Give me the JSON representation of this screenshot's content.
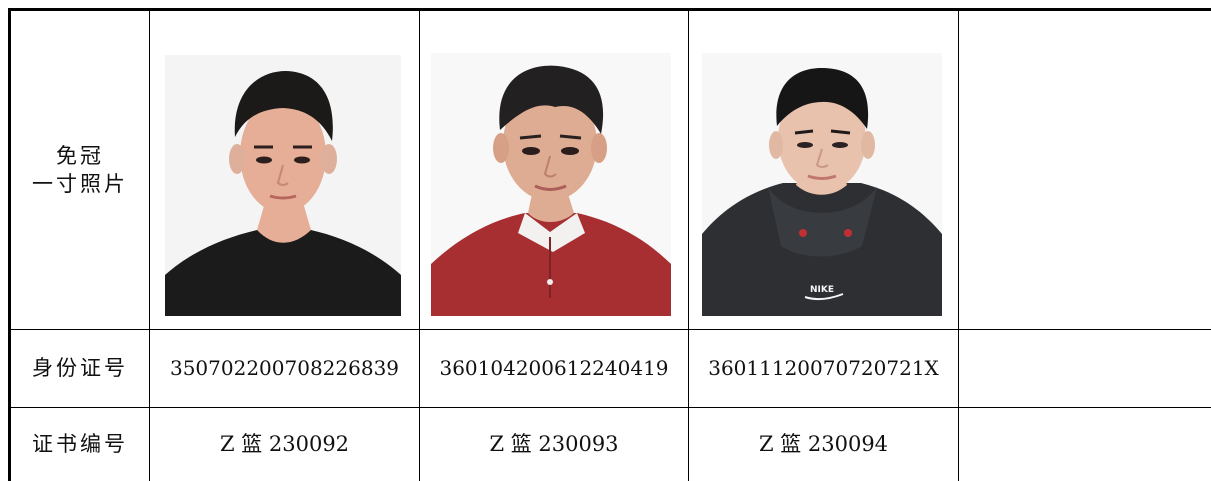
{
  "row_labels": {
    "photo_line1": "免冠",
    "photo_line2": "一寸照片",
    "id_number": "身份证号",
    "certificate_number": "证书编号"
  },
  "persons": [
    {
      "photo": {
        "background": "#f4f4f4",
        "shirt_color": "#1b1b1b",
        "skin_color": "#e6ad97",
        "hair_color": "#1c1a19"
      },
      "id_number": "350702200708226839",
      "certificate_number": "Z 篮 230092"
    },
    {
      "photo": {
        "background": "#f8f8f8",
        "shirt_color": "#a72f31",
        "collar_color": "#f2f1ef",
        "skin_color": "#deac93",
        "hair_color": "#222020"
      },
      "id_number": "360104200612240419",
      "certificate_number": "Z 篮 230093"
    },
    {
      "photo": {
        "background": "#f7f7f7",
        "shirt_color": "#2d2f33",
        "skin_color": "#e8c2ad",
        "hair_color": "#161616",
        "logo_text": "NIKE"
      },
      "id_number": "36011120070720721X",
      "certificate_number": "Z 篮 230094"
    },
    {
      "photo": null,
      "id_number": "",
      "certificate_number": ""
    }
  ]
}
